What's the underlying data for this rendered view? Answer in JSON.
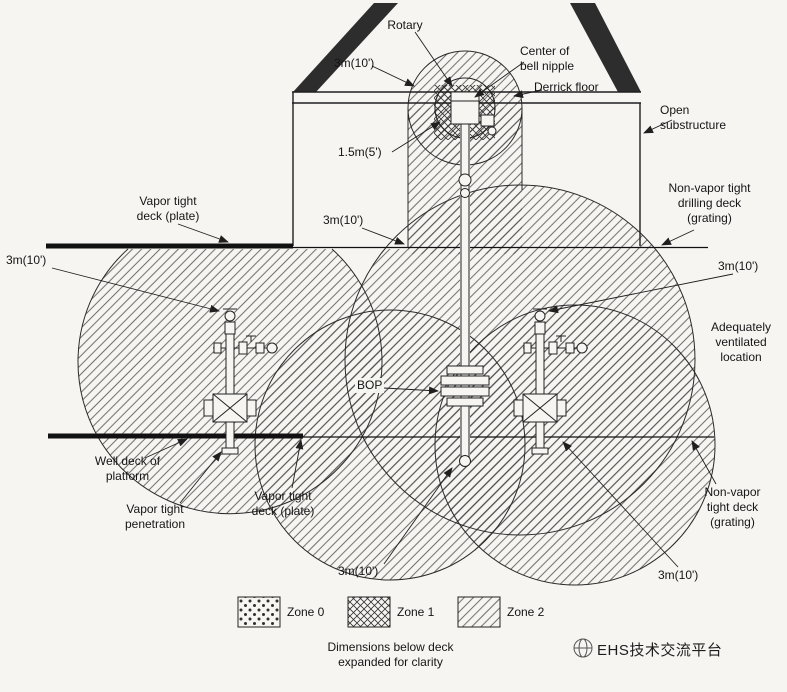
{
  "diagram": {
    "labels": {
      "rotary": "Rotary",
      "center_of_bell_nipple": "Center of\nbell nipple",
      "derrick_floor": "Derrick floor",
      "open_substructure": "Open\nsubstructure",
      "vapor_tight_deck_upper": "Vapor tight\ndeck (plate)",
      "non_vapor_tight_drilling_deck": "Non-vapor tight\ndrilling deck\n(grating)",
      "adequately_ventilated_location": "Adequately\nventilated\nlocation",
      "bop": "BOP",
      "well_deck_of_platform": "Well deck of\nplatform",
      "vapor_tight_penetration": "Vapor tight\npenetration",
      "vapor_tight_deck_lower": "Vapor tight\ndeck (plate)",
      "non_vapor_tight_deck_lower": "Non-vapor\ntight deck\n(grating)"
    },
    "dimensions": {
      "top_3m": "3m(10')",
      "rotary_1_5m": "1.5m(5')",
      "left_3m": "3m(10')",
      "mid_3m": "3m(10')",
      "right_3m": "3m(10')",
      "bottom_center_3m": "3m(10')",
      "bottom_right_3m": "3m(10')"
    },
    "legend": {
      "items": [
        {
          "label": "Zone 0",
          "pattern": "dots"
        },
        {
          "label": "Zone 1",
          "pattern": "crosshatch"
        },
        {
          "label": "Zone 2",
          "pattern": "diagonal-hatch"
        }
      ]
    },
    "note": "Dimensions below deck\nexpanded for clarity",
    "watermark": "EHS技术交流平台",
    "colors": {
      "background": "#f6f5f2",
      "line": "#1f1f1f"
    }
  }
}
